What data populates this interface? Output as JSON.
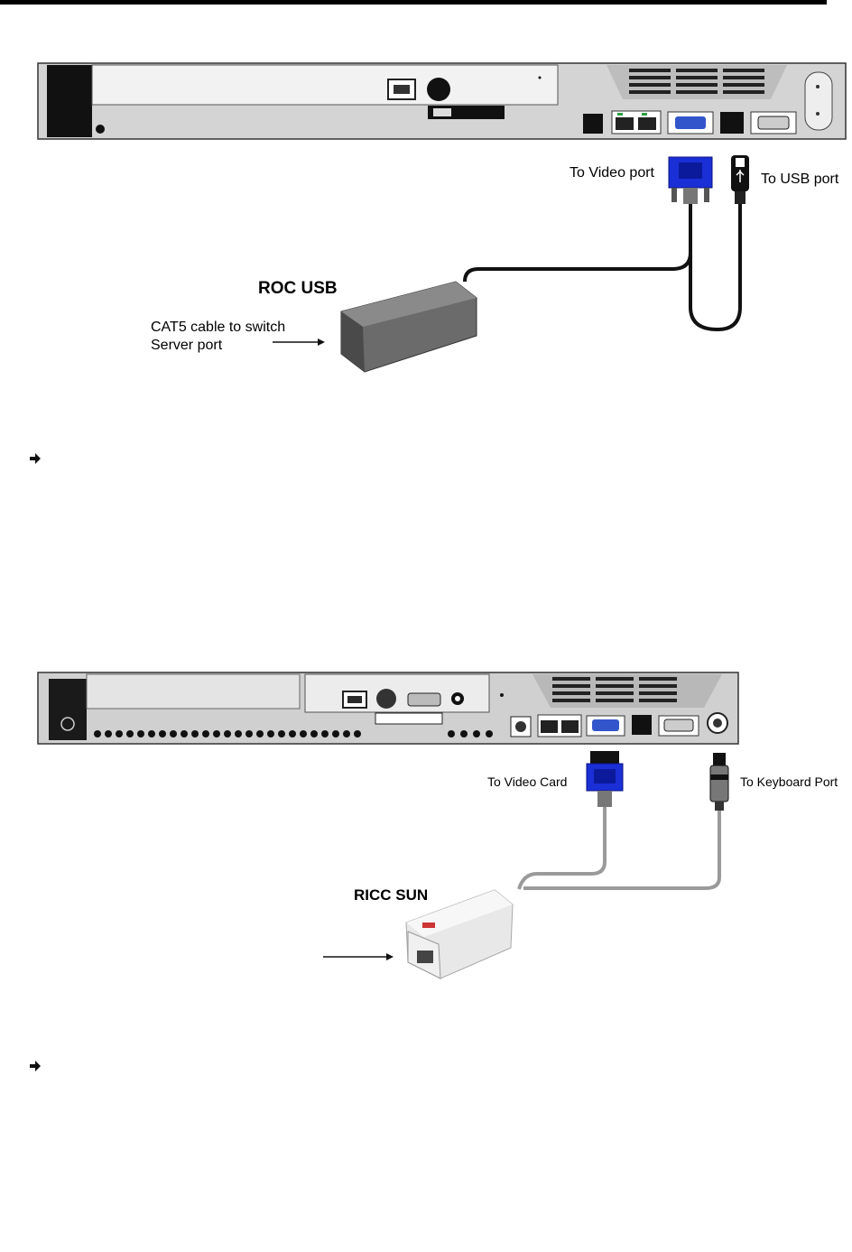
{
  "figure1": {
    "adapter_title": "ROC USB",
    "video_label": "To Video port",
    "usb_label": "To USB port",
    "cable_label_line1": "CAT5 cable to switch",
    "cable_label_line2": "Server port"
  },
  "figure2": {
    "adapter_title": "RICC  SUN",
    "video_label": "To Video Card",
    "keyboard_label": "To Keyboard Port"
  },
  "colors": {
    "vga_blue": "#1a2fd6",
    "chassis_gray": "#cfcfcf",
    "cable_gray": "#9a9a9a"
  }
}
